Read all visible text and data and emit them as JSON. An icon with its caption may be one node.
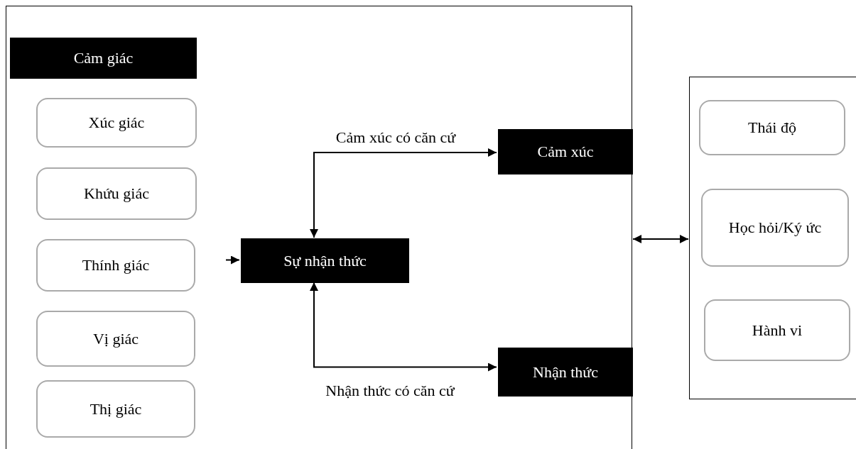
{
  "diagram": {
    "nodes": [
      {
        "text": [],
        "shape": "box"
      },
      {
        "text": [
          "Cảm giác"
        ],
        "in": 0
      },
      {
        "text": [
          "Xúc giác"
        ],
        "in": 0
      },
      {
        "text": [
          "Khứu giác"
        ],
        "in": 0
      },
      {
        "text": [
          "Thính giác"
        ],
        "in": 0
      },
      {
        "text": [
          "Vị giác"
        ],
        "in": 0
      },
      {
        "text": [
          "Thị giác"
        ],
        "in": 0
      },
      {
        "text": [
          "Sự nhận thức"
        ],
        "in": 0
      },
      {
        "text": [
          "Cảm xúc"
        ],
        "in": 0
      },
      {
        "text": [
          "Nhận thức"
        ],
        "in": 0
      },
      {
        "text": [],
        "shape": "box"
      },
      {
        "text": [
          "Thái độ"
        ],
        "in": 10
      },
      {
        "text": [
          "Học hỏi/Ký ức"
        ],
        "in": 10
      },
      {
        "text": [
          "Hành vi"
        ],
        "in": 10
      }
    ],
    "edges": [
      {
        "from": null,
        "to": 7,
        "arrow": "to"
      },
      {
        "from": 7,
        "to": 8,
        "arrow": "both",
        "label": "Cảm xúc có căn cứ"
      },
      {
        "from": 7,
        "to": 9,
        "arrow": "both",
        "label": "Nhận thức có căn cứ"
      },
      {
        "from": 0,
        "to": 10,
        "arrow": "both"
      }
    ]
  }
}
